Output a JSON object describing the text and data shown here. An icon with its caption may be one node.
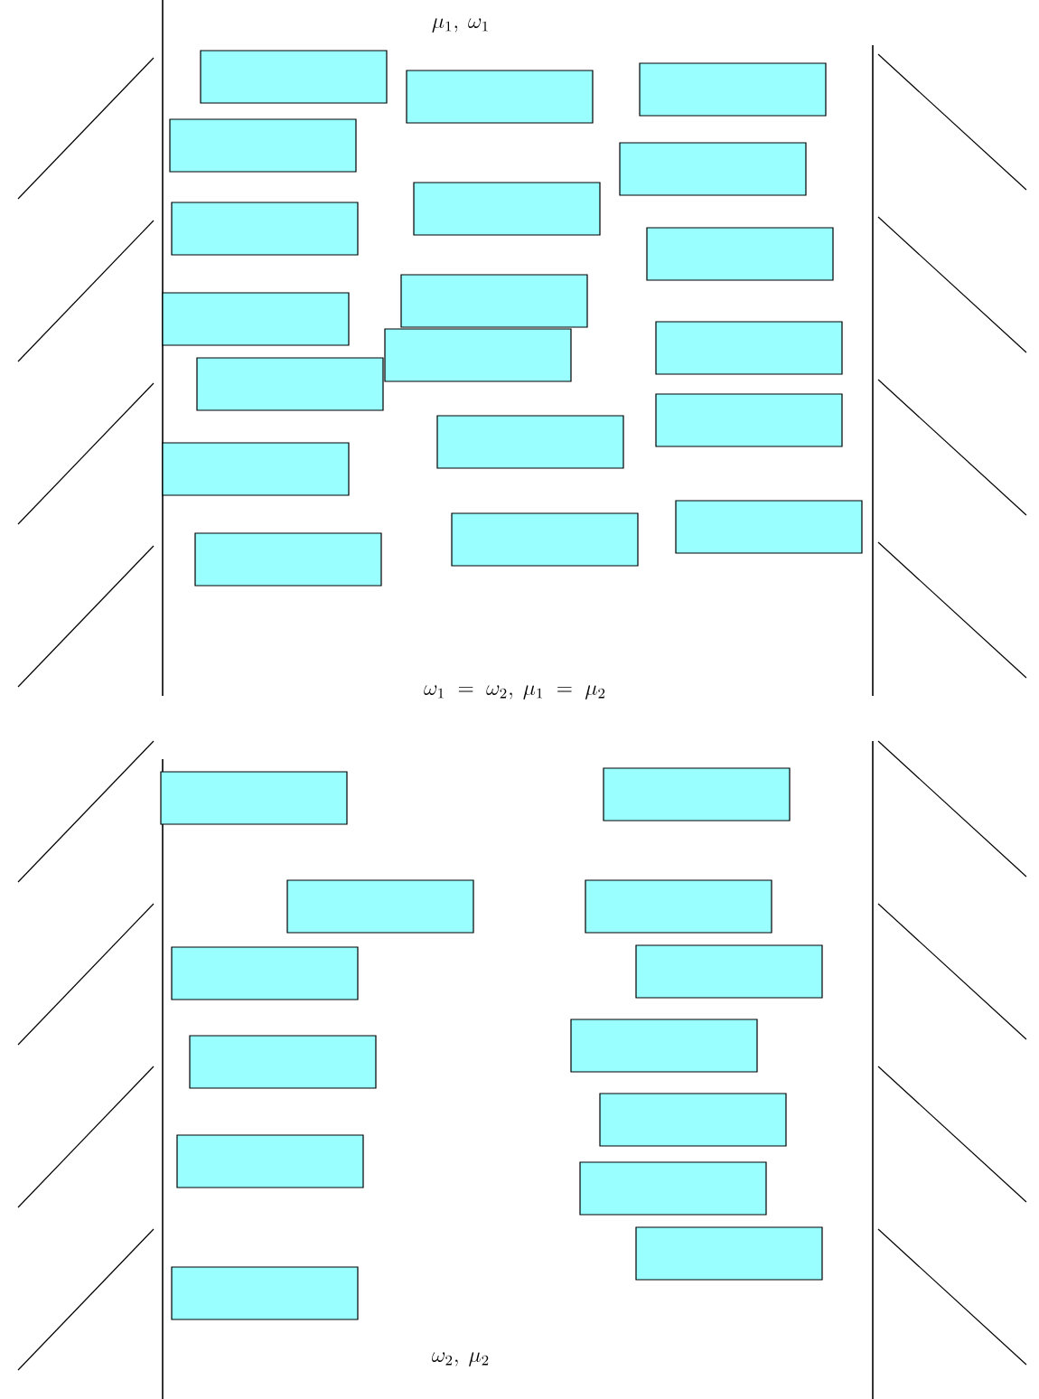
{
  "diagram": {
    "labels": [
      "\\mu_1 ,\\ \\omega_1",
      "\\omega_1 \\;=\\; \\omega_2 ,\\ \\mu_1 \\;=\\; \\mu_2",
      "\\omega_2 ,\\ \\mu_2"
    ]
  }
}
